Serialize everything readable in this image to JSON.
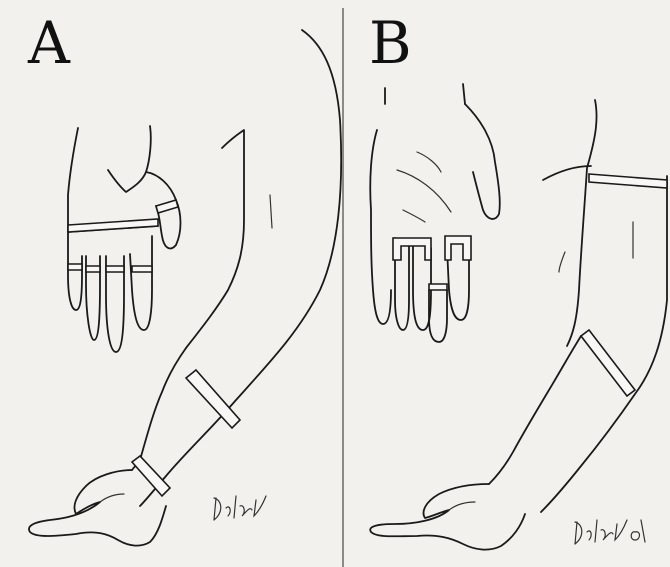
{
  "panels": [
    {
      "label": "A"
    },
    {
      "label": "B"
    }
  ],
  "colors": {
    "ink": "#1a1a1a",
    "paper": "#f3f1ee",
    "divider": "#8d8a86"
  },
  "illustrations": [
    {
      "panel": "A",
      "content": [
        "hand-with-finger-bands",
        "arm-with-forearm-bands",
        "artist-signature"
      ]
    },
    {
      "panel": "B",
      "content": [
        "hand-with-finger-bands",
        "arm-with-upper-and-lower-arm-bands",
        "artist-signature"
      ]
    }
  ]
}
